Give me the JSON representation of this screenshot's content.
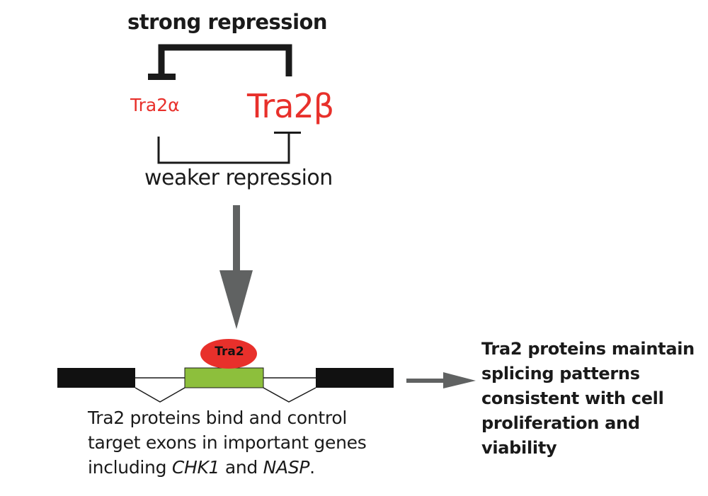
{
  "diagram": {
    "top_label": "strong repression",
    "gene_a": "Tra2α",
    "gene_b": "Tra2β",
    "bottom_label": "weaker repression",
    "protein_label": "Tra2",
    "description": {
      "line1": "Tra2 proteins bind and control",
      "line2": "target exons in important genes",
      "line3_prefix": "including ",
      "gene1": "CHK1",
      "mid": " and ",
      "gene2": "NASP",
      "suffix": "."
    },
    "outcome": "Tra2 proteins maintain splicing patterns consistent with cell proliferation and viability",
    "colors": {
      "gene_text": "#e8302b",
      "protein": "#e8302b",
      "target_exon": "#8dbf3c",
      "flanking_exon": "#111111",
      "arrow": "#606262"
    }
  }
}
